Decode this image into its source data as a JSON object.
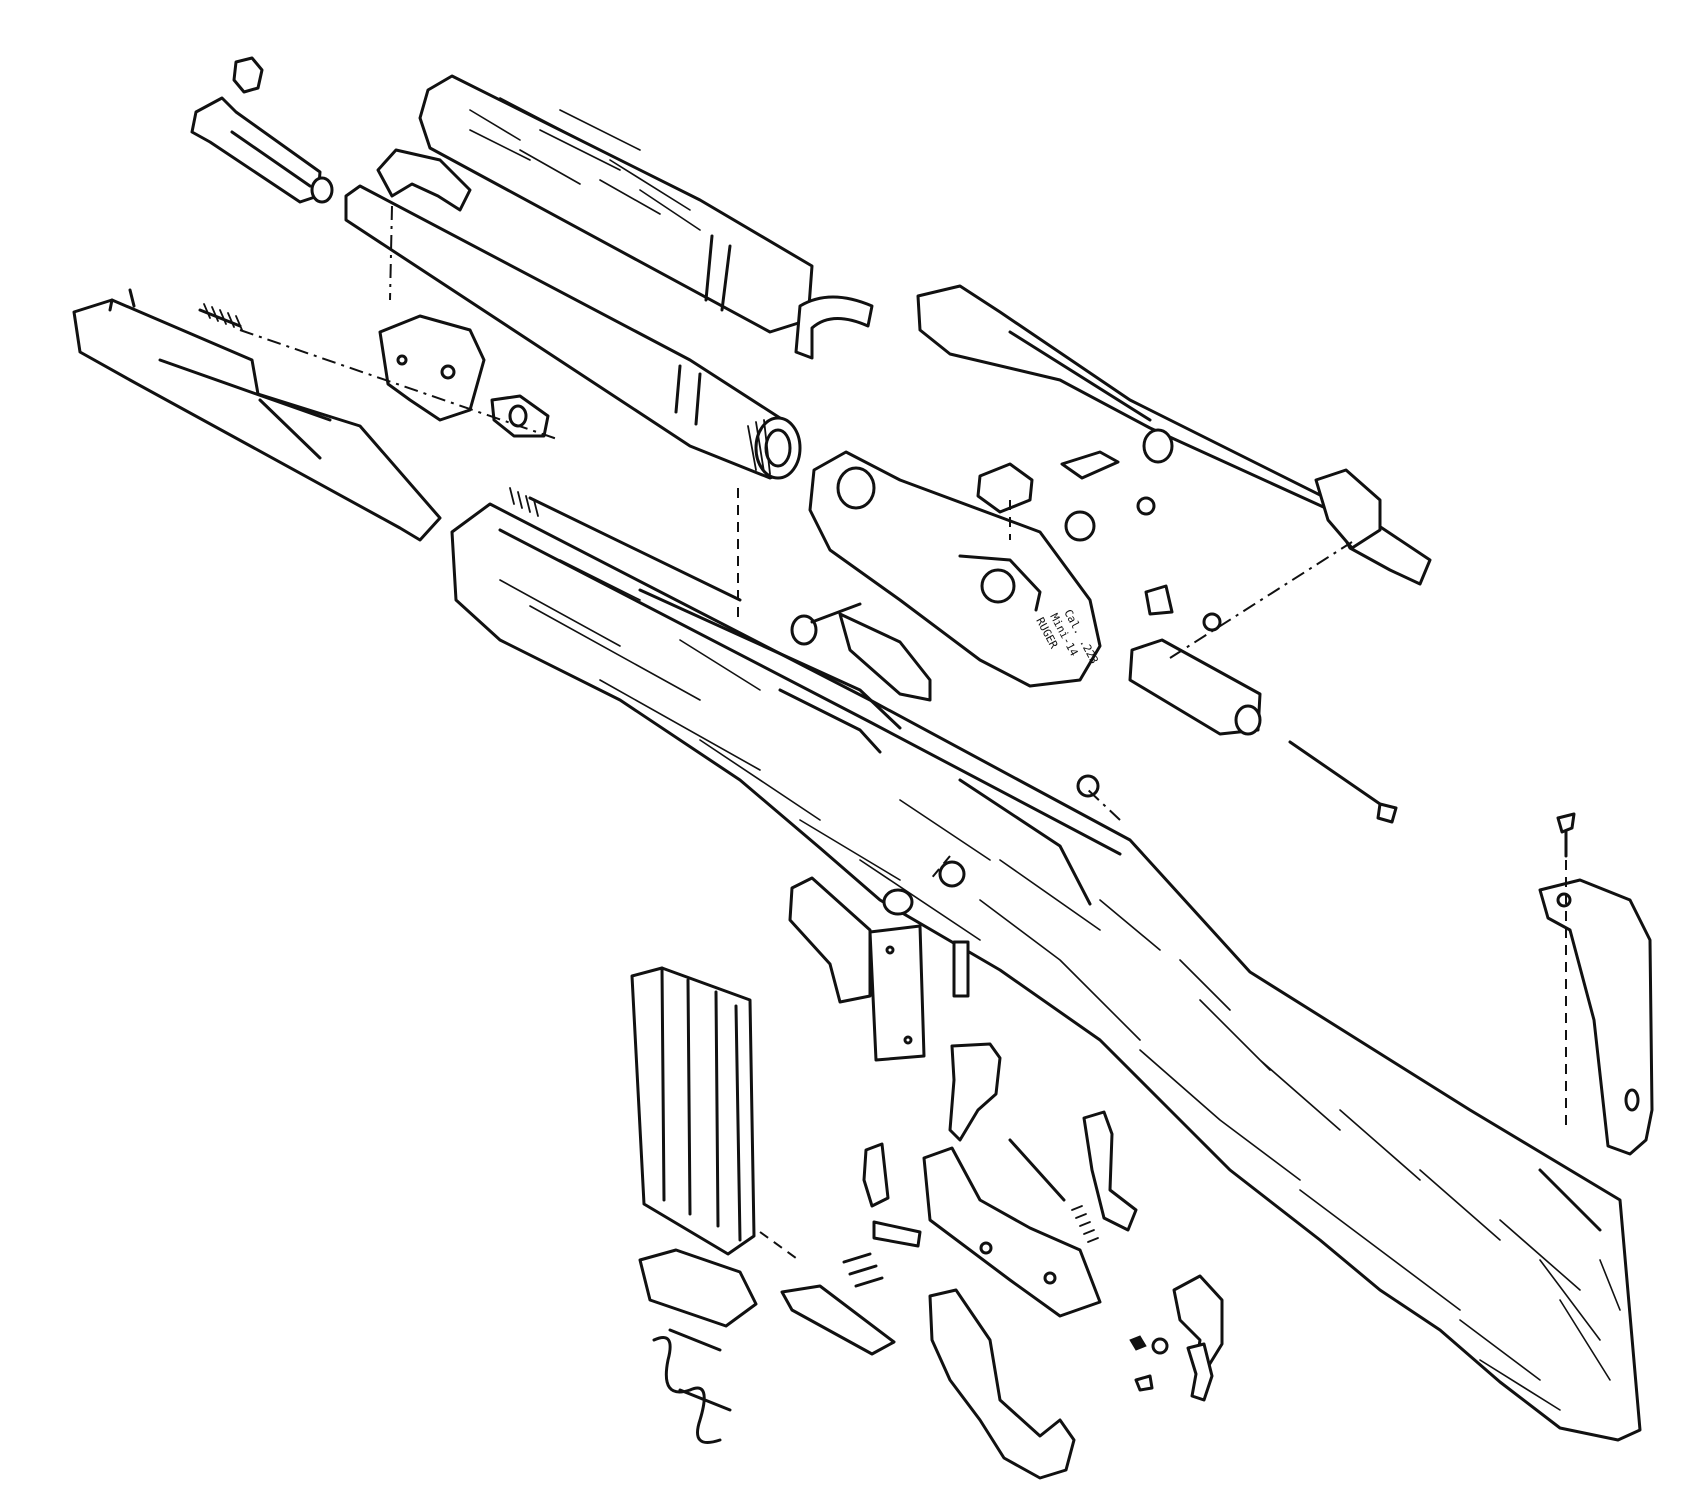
{
  "figure": {
    "receiver_stamp": [
      "RUGER",
      "Mini-14",
      "Cal. .223"
    ]
  },
  "colors": {
    "ink": "#111111",
    "paper": "#ffffff"
  }
}
